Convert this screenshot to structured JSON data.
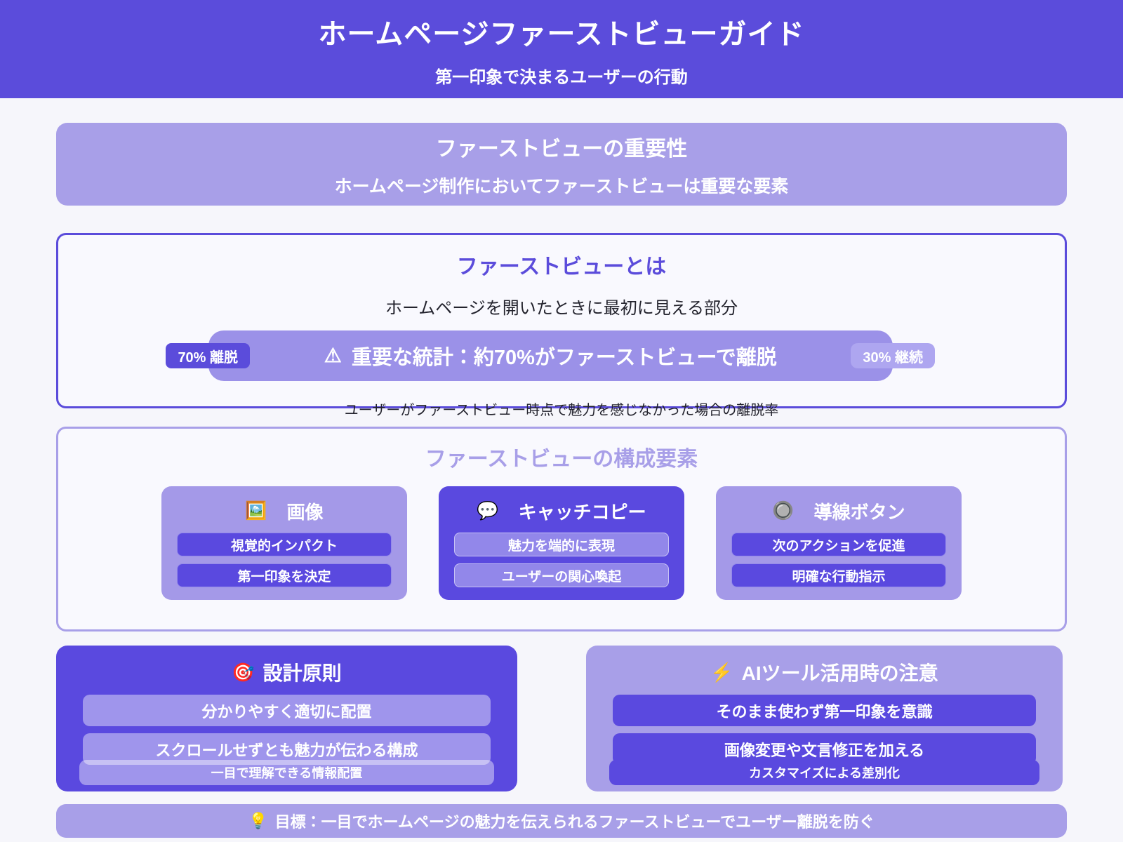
{
  "colors": {
    "page_bg": "#f6f6fb",
    "panel_bg": "#f9f9fe",
    "primary": "#5b4cdb",
    "dark": "#5a49df",
    "light": "#a89fe8",
    "light_badge": "#aea6f0",
    "stat_bar": "#9b91e8",
    "card_light": "#a499e8",
    "text_dark": "#23232d"
  },
  "header": {
    "title": "ホームページファーストビューガイド",
    "subtitle": "第一印象で決まるユーザーの行動"
  },
  "importance": {
    "title": "ファーストビューの重要性",
    "subtitle": "ホームページ制作においてファーストビューは重要な要素"
  },
  "definition": {
    "title": "ファーストビューとは",
    "description": "ホームページを開いたときに最初に見える部分",
    "stat": {
      "warning_icon": "⚠",
      "label": "重要な統計：約70%がファーストビューで離脱",
      "left_badge": "70% 離脱",
      "right_badge": "30% 継続"
    },
    "caption": "ユーザーがファーストビュー時点で魅力を感じなかった場合の離脱率"
  },
  "components": {
    "title": "ファーストビューの構成要素",
    "cards": [
      {
        "icon": "🖼️",
        "title": "画像",
        "items": [
          "視覚的インパクト",
          "第一印象を決定"
        ]
      },
      {
        "icon": "💬",
        "title": "キャッチコピー",
        "items": [
          "魅力を端的に表現",
          "ユーザーの関心喚起"
        ]
      },
      {
        "icon": "🔘",
        "title": "導線ボタン",
        "items": [
          "次のアクションを促進",
          "明確な行動指示"
        ]
      }
    ]
  },
  "design_principles": {
    "icon": "🎯",
    "title": "設計原則",
    "item1": "分かりやすく適切に配置",
    "item2": "スクロールせずとも魅力が伝わる構成",
    "item2_note": "一目で理解できる情報配置"
  },
  "ai_caution": {
    "icon": "⚡",
    "title": "AIツール活用時の注意",
    "item1": "そのまま使わず第一印象を意識",
    "item2": "画像変更や文言修正を加える",
    "item2_note": "カスタマイズによる差別化"
  },
  "goal": {
    "icon": "💡",
    "text": "目標：一目でホームページの魅力を伝えられるファーストビューでユーザー離脱を防ぐ"
  }
}
